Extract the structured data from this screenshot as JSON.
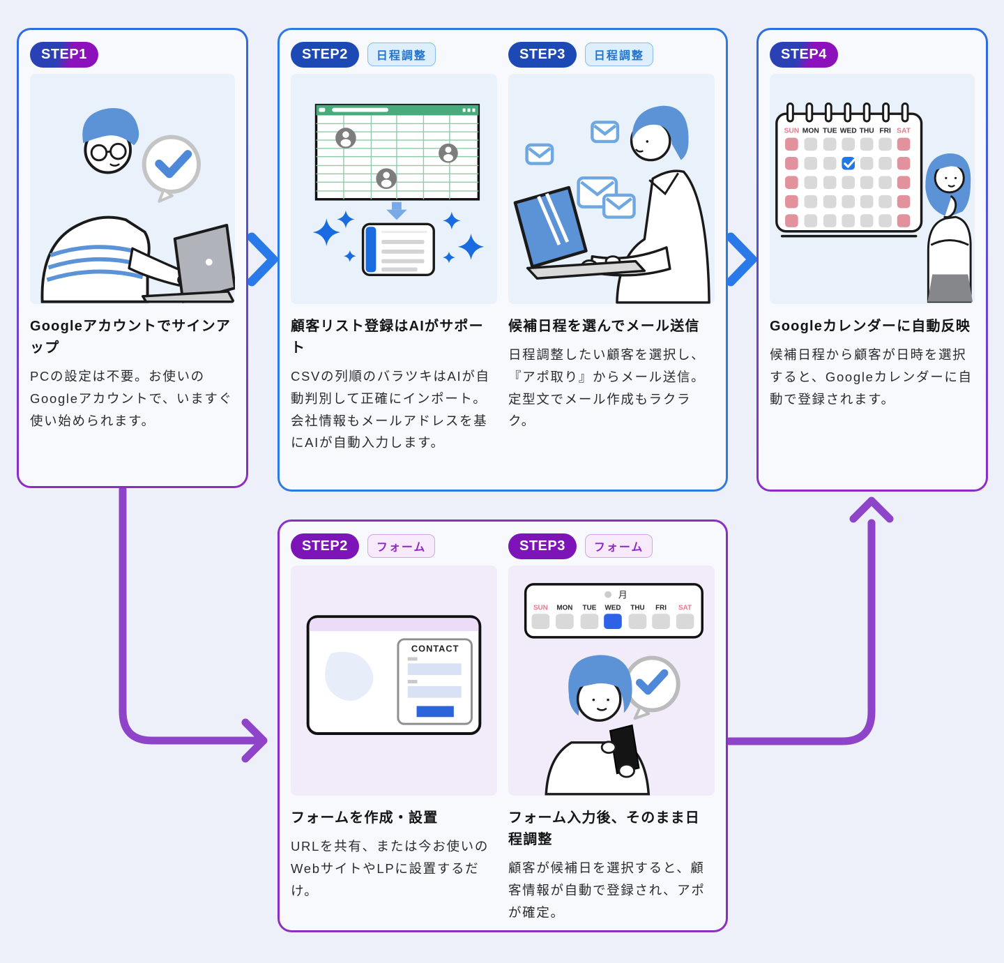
{
  "colors": {
    "accent_blue": "#2979e8",
    "accent_purple": "#8e44c8",
    "badge_blue": "#1d49b5",
    "badge_purple": "#7d14b8",
    "tag_blue_text": "#2273cc",
    "tag_purple_text": "#9227c8"
  },
  "steps": {
    "step1": {
      "badge": "STEP1",
      "title": "Googleアカウントでサインアップ",
      "body": "PCの設定は不要。お使いのGoogleアカウントで、いますぐ使い始められます。"
    },
    "schedule": [
      {
        "badge": "STEP2",
        "tag": "日程調整",
        "title": "顧客リスト登録はAIがサポート",
        "body": "CSVの列順のバラツキはAIが自動判別して正確にインポート。会社情報もメールアドレスを基にAIが自動入力します。"
      },
      {
        "badge": "STEP3",
        "tag": "日程調整",
        "title": "候補日程を選んでメール送信",
        "body": "日程調整したい顧客を選択し、『アポ取り』からメール送信。定型文でメール作成もラクラク。"
      }
    ],
    "step4": {
      "badge": "STEP4",
      "title": "Googleカレンダーに自動反映",
      "body": "候補日程から顧客が日時を選択すると、Googleカレンダーに自動で登録されます。"
    },
    "form": [
      {
        "badge": "STEP2",
        "tag": "フォーム",
        "title": "フォームを作成・設置",
        "body": "URLを共有、または今お使いのWebサイトやLPに設置するだけ。"
      },
      {
        "badge": "STEP3",
        "tag": "フォーム",
        "title": "フォーム入力後、そのまま日程調整",
        "body": "顧客が候補日を選択すると、顧客情報が自動で登録され、アポが確定。"
      }
    ]
  },
  "illustrations": {
    "calendar_days": [
      "SUN",
      "MON",
      "TUE",
      "WED",
      "THU",
      "FRI",
      "SAT"
    ],
    "month_label": "月",
    "contact_form_title": "CONTACT"
  }
}
